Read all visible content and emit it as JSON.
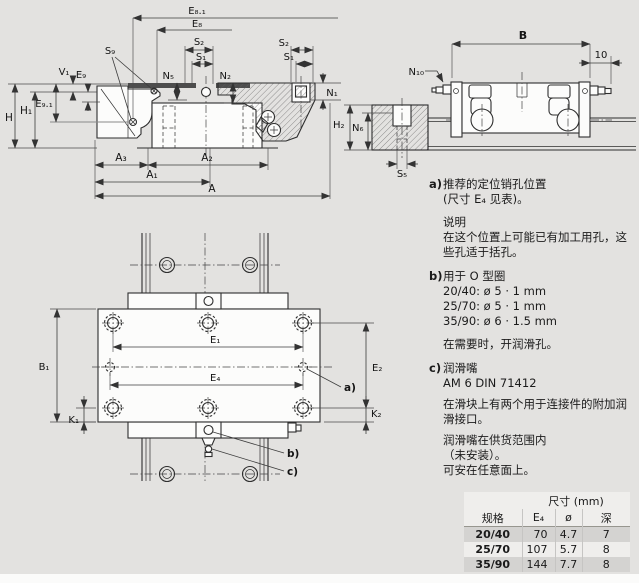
{
  "figures": {
    "section": {
      "labels": {
        "e81": "E₈.₁",
        "e8": "E₈",
        "s2_left": "S₂",
        "s1_left": "S₁",
        "s9": "S₉",
        "v1": "V₁",
        "e9": "E₉",
        "n5": "N₅",
        "n2": "N₂",
        "s2_right": "S₂",
        "s1_right": "S₁",
        "n1": "N₁",
        "h": "H",
        "h1": "H₁",
        "e91": "E₉.₁",
        "a3": "A₃",
        "a2": "A₂",
        "a1": "A₁",
        "a": "A"
      }
    },
    "side": {
      "labels": {
        "b": "B",
        "offset10": "10",
        "n10": "N₁₀",
        "h2": "H₂",
        "n6": "N₆",
        "s5": "S₅"
      }
    },
    "top": {
      "labels": {
        "b1": "B₁",
        "e1": "E₁",
        "e4": "E₄",
        "e2": "E₂",
        "k1": "K₁",
        "k2": "K₂",
        "ref_a": "a)",
        "ref_b": "b)",
        "ref_c": "c)"
      }
    }
  },
  "notes": {
    "a": {
      "tag": "a)",
      "line1": "推荐的定位销孔位置",
      "line2": "(尺寸 E₄ 见表)。",
      "heading": "说明",
      "body": "在这个位置上可能已有加工用孔，这些孔适于括孔。"
    },
    "b": {
      "tag": "b)",
      "title": "用于 O 型圈",
      "items": [
        "20/40: ø 5 · 1 mm",
        "25/70: ø 5 · 1 mm",
        "35/90: ø 6 · 1.5 mm"
      ],
      "extra": "在需要时，开润滑孔。"
    },
    "c": {
      "tag": "c)",
      "title": "润滑嘴",
      "standard": "AM 6 DIN 71412",
      "body1": "在滑块上有两个用于连接件的附加润滑接口。",
      "body2": "润滑嘴在供货范围内",
      "body3": "（未安装）。",
      "body4": "可安在任意面上。"
    }
  },
  "table": {
    "title": "尺寸 (mm)",
    "spec_header": "规格",
    "columns": [
      "E₄",
      "ø",
      "深"
    ],
    "rows": [
      {
        "spec": "20/40",
        "e4": "70",
        "dia": "4.7",
        "depth": "7"
      },
      {
        "spec": "25/70",
        "e4": "107",
        "dia": "5.7",
        "depth": "8"
      },
      {
        "spec": "35/90",
        "e4": "144",
        "dia": "7.7",
        "depth": "8"
      }
    ]
  }
}
